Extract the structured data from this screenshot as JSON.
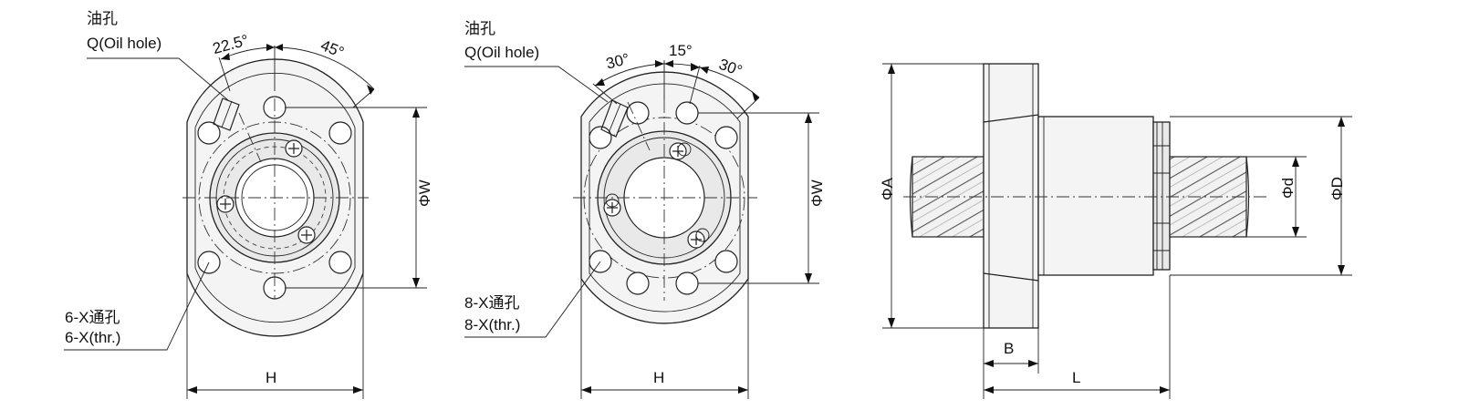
{
  "views": {
    "front_6hole": {
      "oil_hole_cn": "油孔",
      "oil_hole_en": "Q(Oil hole)",
      "angle_a": "22.5°",
      "angle_b": "45°",
      "dim_w": "ΦW",
      "dim_h": "H",
      "holes_cn": "6-X通孔",
      "holes_en": "6-X(thr.)"
    },
    "front_8hole": {
      "oil_hole_cn": "油孔",
      "oil_hole_en": "Q(Oil hole)",
      "angle_a": "30°",
      "angle_b": "15°",
      "angle_c": "30°",
      "dim_w": "ΦW",
      "dim_h": "H",
      "holes_cn": "8-X通孔",
      "holes_en": "8-X(thr.)"
    },
    "side": {
      "dim_a": "ΦA",
      "dim_d_small": "Φd",
      "dim_d_large": "ΦD",
      "dim_b": "B",
      "dim_l": "L"
    }
  },
  "colors": {
    "line": "#222222",
    "part_fill": "#f4f4f4",
    "background": "#ffffff"
  }
}
